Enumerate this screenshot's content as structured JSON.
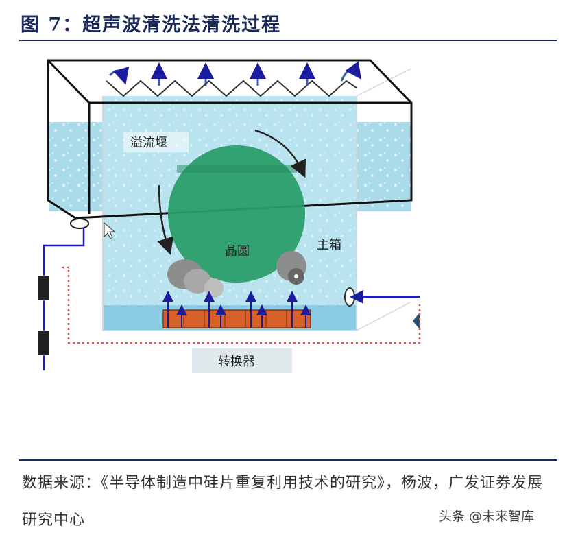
{
  "header": {
    "title": "图 7：超声波清洗法清洗过程"
  },
  "diagram": {
    "labels": {
      "overflow_weir": "溢流堰",
      "wafer": "晶圆",
      "main_tank": "主箱",
      "converter": "转换器"
    }
  },
  "footer": {
    "source": "数据来源：《半导体制造中硅片重复利用技术的研究》，杨波，广发证券发展研究中心",
    "watermark": "头条 @未来智库"
  }
}
